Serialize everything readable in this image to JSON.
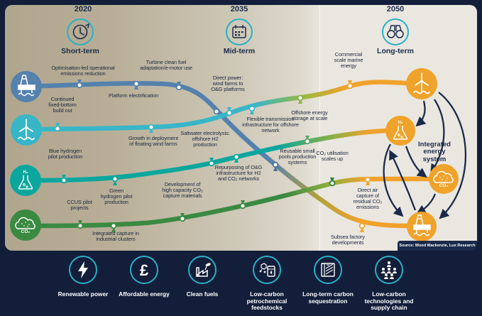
{
  "timeline": {
    "periods": [
      {
        "year": "2020",
        "label": "Short-term",
        "icon": "clock-icon"
      },
      {
        "year": "2035",
        "label": "Mid-term",
        "icon": "calendar-icon"
      },
      {
        "year": "2050",
        "label": "Long-term",
        "icon": "binoculars-icon"
      }
    ]
  },
  "tracks": [
    {
      "id": "oil-gas",
      "icon": "oil-rig-icon",
      "color": "#5581ad"
    },
    {
      "id": "offshore-wind",
      "icon": "wind-turbine-icon",
      "color": "#38b6c8"
    },
    {
      "id": "hydrogen",
      "icon": "hydrogen-flask-icon",
      "color": "#0ba69d"
    },
    {
      "id": "ccus",
      "icon": "co2-cloud-icon",
      "color": "#3a8a42"
    }
  ],
  "milestones": [
    {
      "label": "Optimisation-led operational emissions reduction"
    },
    {
      "label": "Turbine clean fuel adaptation/e-motor use"
    },
    {
      "label": "Platform electrification"
    },
    {
      "label": "Continued fixed-bottom build out"
    },
    {
      "label": "Growth in deployment of floating wind farms"
    },
    {
      "label": "Direct power: wind farms to O&G platforms"
    },
    {
      "label": "Flexible transmission infrastructure for offshore network"
    },
    {
      "label": "Saltwater electrolysis: offshore H2 production"
    },
    {
      "label": "Repurposing of O&G infrastructure for H2 and CO₂ networks"
    },
    {
      "label": "Offshore energy storage at scale"
    },
    {
      "label": "Reusable small pools production systems"
    },
    {
      "label": "Commercial scale marine energy"
    },
    {
      "label": "CO₂ utilisation scales up"
    },
    {
      "label": "Direct air capture of residual CO₂ emissions"
    },
    {
      "label": "Subsea factory developments"
    },
    {
      "label": "Blue hydrogen pilot production"
    },
    {
      "label": "Green hydrogen pilot production"
    },
    {
      "label": "CCUS pilot projects"
    },
    {
      "label": "Integrated capture in industrial clusters"
    },
    {
      "label": "Development of high capacity CO₂ capture materials"
    }
  ],
  "integrated": {
    "title": "Integrated energy system"
  },
  "right_icons": [
    "wind-turbine-icon",
    "hydrogen-flask-icon",
    "co2-cloud-icon",
    "oil-rig-icon"
  ],
  "source": "Source: Wood Mackenzie, Lux Research",
  "legend": {
    "items": [
      {
        "label": "Renewable power",
        "icon": "lightning-icon"
      },
      {
        "label": "Affordable energy",
        "icon": "pound-icon"
      },
      {
        "label": "Clean fuels",
        "icon": "clean-factory-icon"
      },
      {
        "label": "Low-carbon petrochemical feedstocks",
        "icon": "molecule-barrel-icon"
      },
      {
        "label": "Long-term carbon sequestration",
        "icon": "storage-icon"
      },
      {
        "label": "Low-carbon technologies and supply chain",
        "icon": "people-network-icon"
      }
    ]
  },
  "colors": {
    "navy": "#131e3a",
    "text_navy": "#1b2a4a",
    "accent_cyan": "#2ab0c5",
    "oil_gas_blue": "#5581ad",
    "wind_cyan": "#38b6c8",
    "hydrogen_teal": "#0ba69d",
    "ccus_green": "#3a8a42",
    "future_orange": "#f0a22c"
  }
}
